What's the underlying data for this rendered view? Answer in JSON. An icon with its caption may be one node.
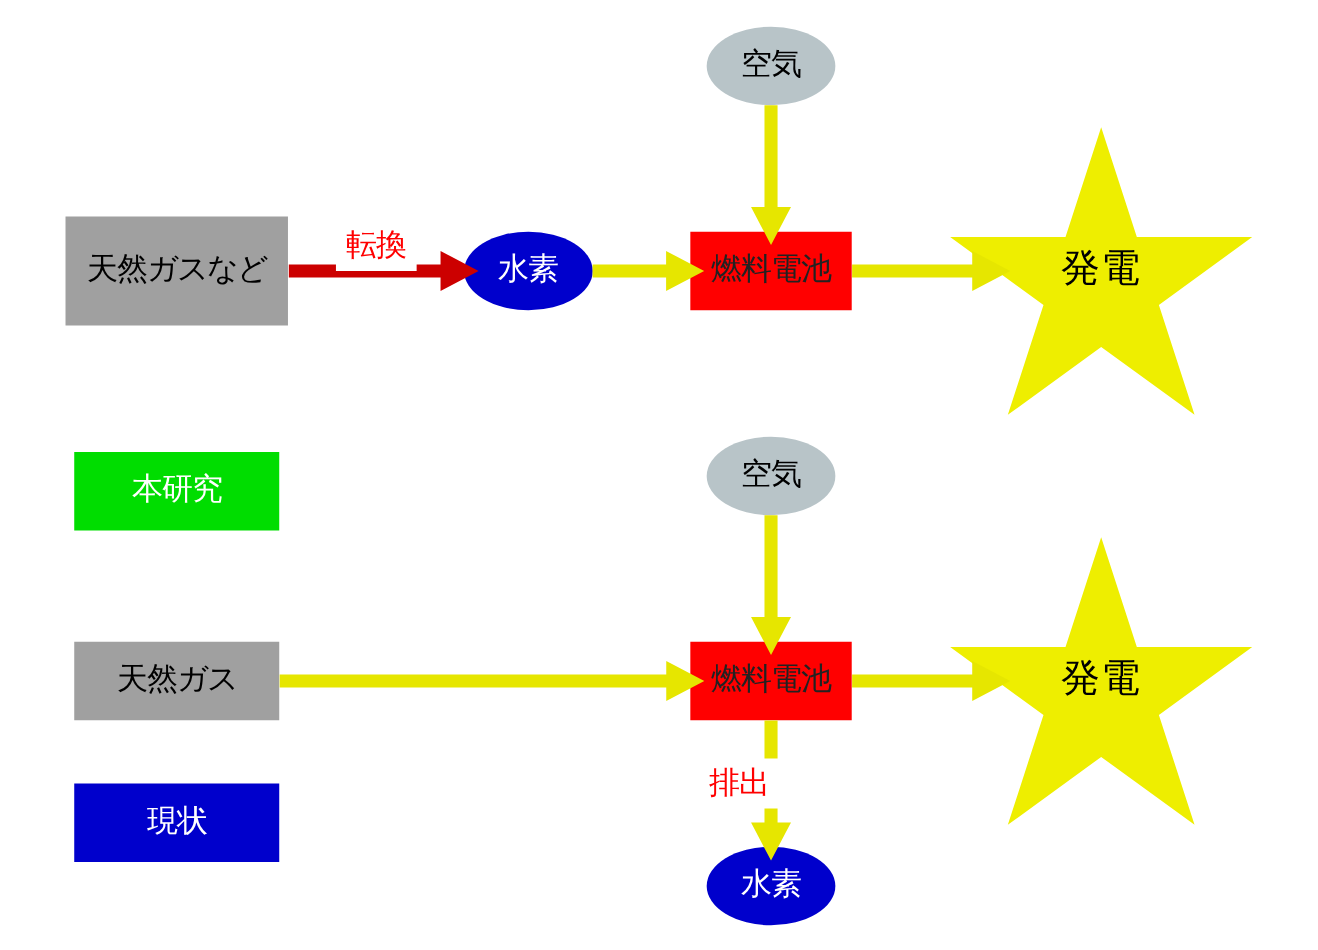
{
  "diagram": {
    "nodes": [
      {
        "text": [
          "現状"
        ]
      },
      {
        "text": [
          "天然ガスなど"
        ]
      },
      {
        "text": [
          "水素"
        ]
      },
      {
        "text": [
          "空気"
        ]
      },
      {
        "text": [
          "燃料電池"
        ]
      },
      {
        "text": [
          "発電"
        ]
      },
      {
        "text": [
          "本研究"
        ]
      },
      {
        "text": [
          "天然ガス"
        ]
      },
      {
        "text": [
          "空気"
        ]
      },
      {
        "text": [
          "燃料電池"
        ]
      },
      {
        "text": [
          "発電"
        ]
      },
      {
        "text": [
          "水素"
        ]
      }
    ],
    "edges": [
      {
        "from": 1,
        "to": 2,
        "arrow": "to",
        "label": "転換",
        "color": "#cc0000"
      },
      {
        "from": 2,
        "to": 4,
        "arrow": "to"
      },
      {
        "from": 3,
        "to": 4,
        "arrow": "to"
      },
      {
        "from": 4,
        "to": 5,
        "arrow": "to"
      },
      {
        "from": 7,
        "to": 9,
        "arrow": "to"
      },
      {
        "from": 8,
        "to": 9,
        "arrow": "to"
      },
      {
        "from": 9,
        "to": 11,
        "arrow": "to",
        "label": "排出"
      },
      {
        "from": 9,
        "to": 10,
        "arrow": "to"
      }
    ]
  }
}
